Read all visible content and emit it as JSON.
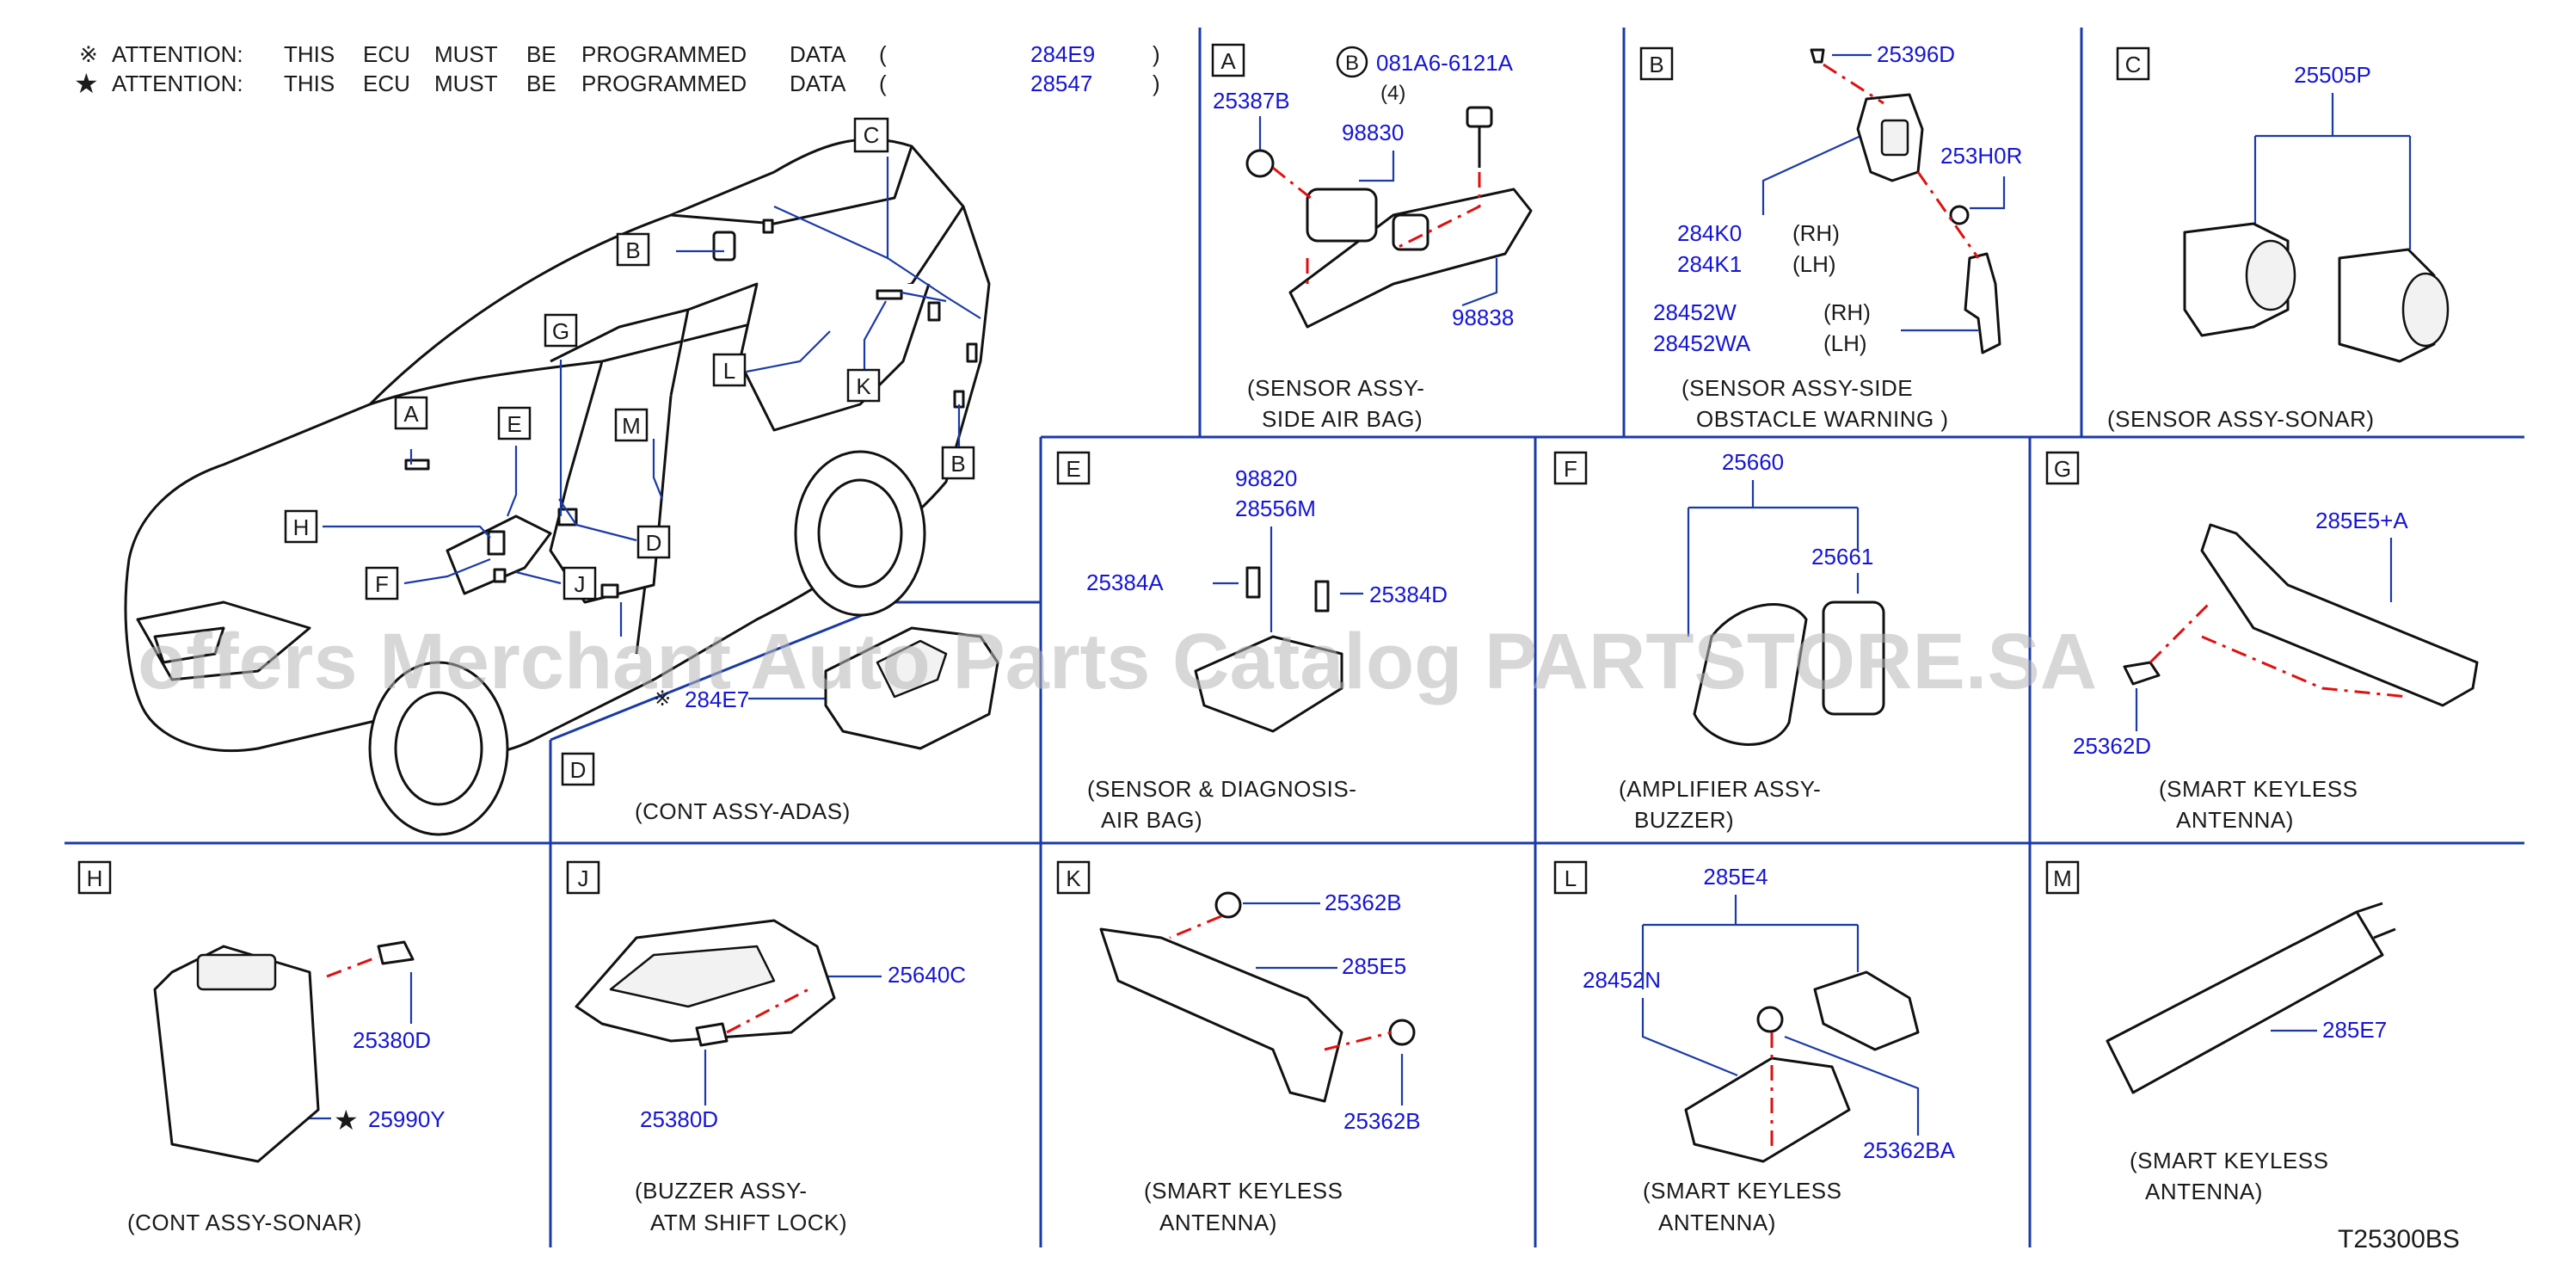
{
  "attention": [
    {
      "symbol": "※",
      "prefix": "ATTENTION:",
      "words": [
        "THIS",
        "ECU",
        "MUST",
        "BE",
        "PROGRAMMED",
        "DATA"
      ],
      "code": "284E9"
    },
    {
      "symbol": "★",
      "prefix": "ATTENTION:",
      "words": [
        "THIS",
        "ECU",
        "MUST",
        "BE",
        "PROGRAMMED",
        "DATA"
      ],
      "code": "28547"
    }
  ],
  "car_callouts": [
    "A",
    "B",
    "C",
    "D",
    "E",
    "F",
    "G",
    "H",
    "J",
    "K",
    "L",
    "M",
    "B"
  ],
  "watermark": "offers Merchant Auto Parts Catalog PARTSTORE.SA",
  "panels": {
    "A": {
      "letter": "A",
      "circle": "B",
      "circle_pn": "081A6-6121A",
      "qty": "(4)",
      "pns": [
        "25387B",
        "98830",
        "98838"
      ],
      "caption": [
        "(SENSOR  ASSY-",
        "SIDE  AIR  BAG)"
      ]
    },
    "B": {
      "letter": "B",
      "pns": [
        "25396D",
        "253H0R",
        "284K0",
        "284K1",
        "28452W",
        "28452WA"
      ],
      "sides": [
        "(RH)",
        "(LH)",
        "(RH)",
        "(LH)"
      ],
      "caption": [
        "(SENSOR  ASSY-SIDE",
        "OBSTACLE  WARNING  )"
      ]
    },
    "C": {
      "letter": "C",
      "pns": [
        "25505P"
      ],
      "caption": [
        "(SENSOR  ASSY-SONAR)"
      ]
    },
    "D": {
      "letter": "D",
      "mark": "※",
      "pns": [
        "284E7"
      ],
      "caption": [
        "(CONT  ASSY-ADAS)"
      ]
    },
    "E": {
      "letter": "E",
      "pns": [
        "98820",
        "28556M",
        "25384A",
        "25384D"
      ],
      "caption": [
        "(SENSOR  &  DIAGNOSIS-",
        "AIR  BAG)"
      ]
    },
    "F": {
      "letter": "F",
      "pns": [
        "25660",
        "25661"
      ],
      "caption": [
        "(AMPLIFIER  ASSY-",
        "BUZZER)"
      ]
    },
    "G": {
      "letter": "G",
      "pns": [
        "285E5+A",
        "25362D"
      ],
      "caption": [
        "(SMART  KEYLESS",
        "ANTENNA)"
      ]
    },
    "H": {
      "letter": "H",
      "mark": "★",
      "pns": [
        "25380D",
        "25990Y"
      ],
      "caption": [
        "(CONT  ASSY-SONAR)"
      ]
    },
    "J": {
      "letter": "J",
      "pns": [
        "25640C",
        "25380D"
      ],
      "caption": [
        "(BUZZER  ASSY-",
        "ATM  SHIFT  LOCK)"
      ]
    },
    "K": {
      "letter": "K",
      "pns": [
        "25362B",
        "285E5",
        "25362B"
      ],
      "caption": [
        "(SMART  KEYLESS",
        "ANTENNA)"
      ]
    },
    "L": {
      "letter": "L",
      "pns": [
        "285E4",
        "28452N",
        "25362BA"
      ],
      "caption": [
        "(SMART  KEYLESS",
        "ANTENNA)"
      ]
    },
    "M": {
      "letter": "M",
      "pns": [
        "285E7"
      ],
      "caption": [
        "(SMART  KEYLESS",
        "ANTENNA)"
      ]
    }
  },
  "figure_id": "T25300BS",
  "colors": {
    "part_number": "#1515d6",
    "grid": "#1a3aa8",
    "dash": "#e01010",
    "text": "#1a1a1a"
  }
}
